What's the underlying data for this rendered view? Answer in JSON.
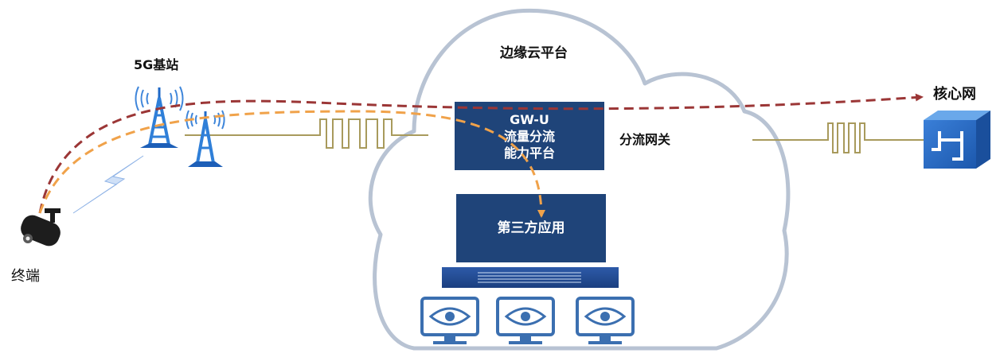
{
  "labels": {
    "base_station": "5G基站",
    "terminal": "终端",
    "edge_cloud": "边缘云平台",
    "core_network": "核心网",
    "offload_gateway": "分流网关"
  },
  "gwu_box": {
    "line1": "GW-U",
    "line2": "流量分流",
    "line3": "能力平台"
  },
  "app_box": {
    "label": "第三方应用"
  },
  "colors": {
    "box_fill": "#1f4479",
    "tower": "#2f7fd8",
    "cloud_stroke": "#b8c3d3",
    "core_path": "#9b3636",
    "local_path": "#f0a24a",
    "cable": "#a89a5c",
    "monitor": "#3b6fb0"
  }
}
